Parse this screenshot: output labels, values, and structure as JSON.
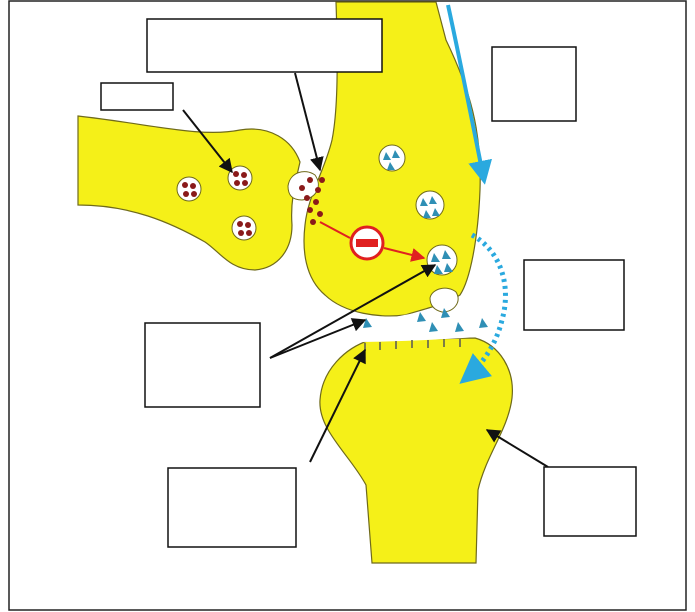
{
  "diagram": {
    "label_boxes": [
      {
        "id": "top-center",
        "text": ""
      },
      {
        "id": "top-left-small",
        "text": ""
      },
      {
        "id": "top-right",
        "text": ""
      },
      {
        "id": "middle-right",
        "text": ""
      },
      {
        "id": "middle-left",
        "text": ""
      },
      {
        "id": "bottom-left",
        "text": ""
      },
      {
        "id": "bottom-right",
        "text": ""
      }
    ],
    "colors": {
      "neuron_fill": "#f5f018",
      "neuron_outline": "#6f6a1a",
      "neurotransmitter_red": "#8a1a1a",
      "vesicle_blue": "#2f8fb5",
      "flow_arrow": "#2aa9df",
      "inhibit_red": "#e02020",
      "arrow_black": "#111111"
    }
  }
}
